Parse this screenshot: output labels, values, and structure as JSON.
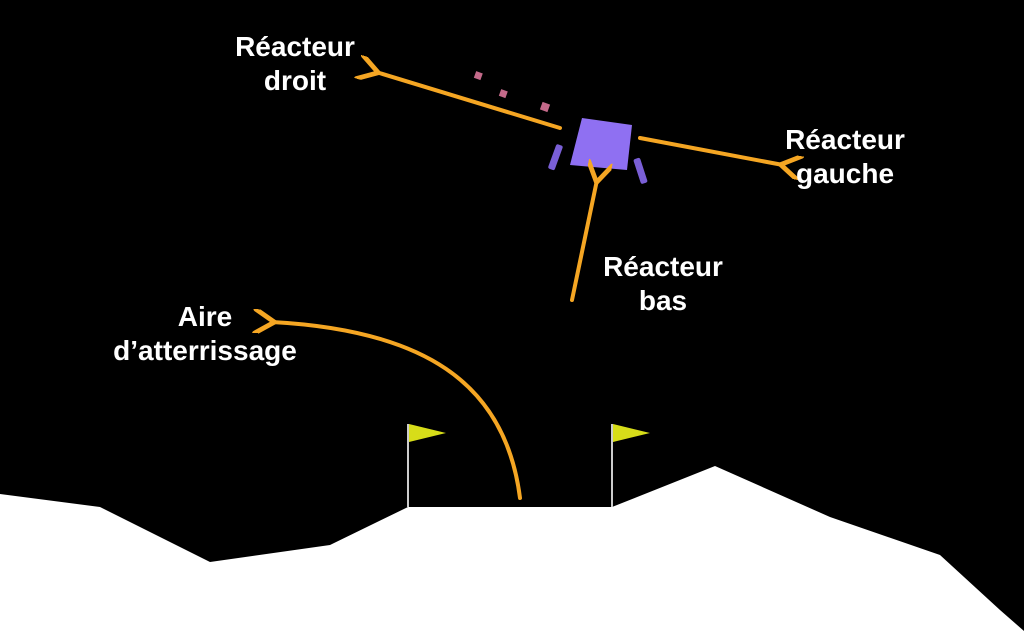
{
  "labels": {
    "right_engine": {
      "line1": "Réacteur",
      "line2": "droit"
    },
    "left_engine": {
      "line1": "Réacteur",
      "line2": "gauche"
    },
    "main_engine": {
      "line1": "Réacteur",
      "line2": "bas"
    },
    "landing_pad": {
      "line1": "Aire",
      "line2": "d’atterrissage"
    }
  },
  "colors": {
    "sky": "#000000",
    "terrain": "#ffffff",
    "lander_body": "#8f70f2",
    "lander_legs": "#7a5fd6",
    "flag": "#d7dd19",
    "flag_pole": "#cccccc",
    "arrow": "#f5a623",
    "particles": "#c46a8a",
    "text": "#ffffff"
  },
  "icons": {
    "lander": "lunar-lander-icon",
    "flag": "flag-icon"
  }
}
